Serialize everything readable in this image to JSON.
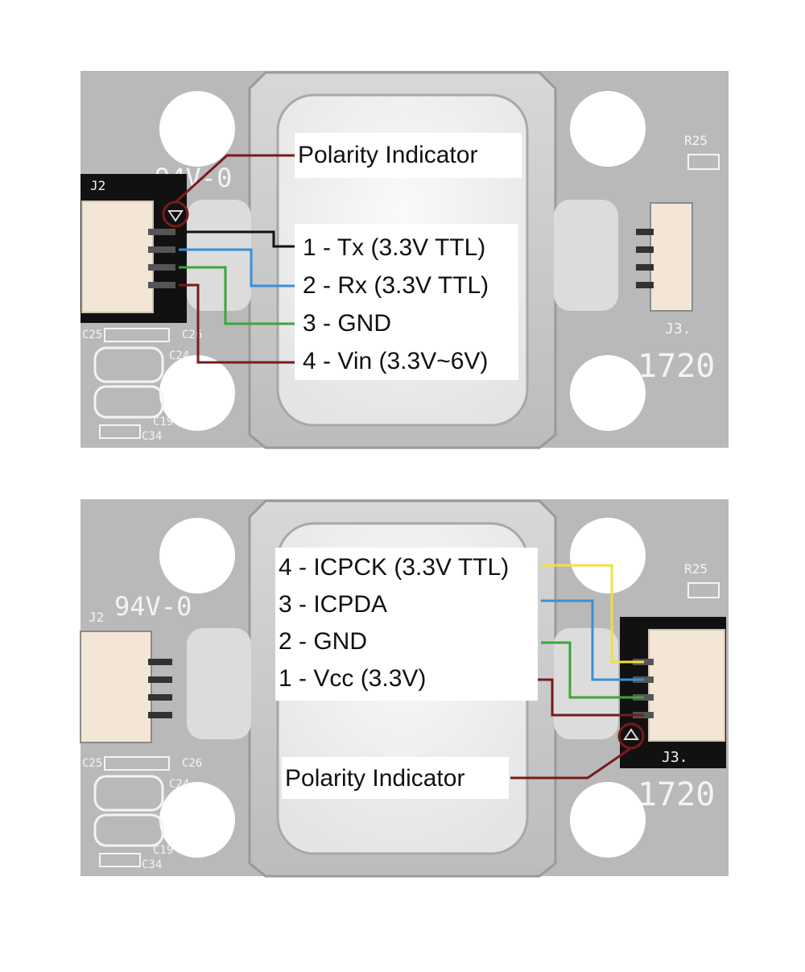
{
  "top_board": {
    "silkscreen": {
      "ul_mark": "94V-0",
      "j2": "J2",
      "j3": "J3.",
      "r25": "R25",
      "c25": "C25",
      "c26": "C26",
      "c24": "C24",
      "c19": "C19",
      "c34": "C34",
      "date_code": "1720"
    },
    "polarity_label": "Polarity Indicator",
    "pins": [
      {
        "label": "1 - Tx (3.3V TTL)",
        "wire_color": "#111111"
      },
      {
        "label": "2 - Rx (3.3V TTL)",
        "wire_color": "#3a8fd6"
      },
      {
        "label": "3 - GND",
        "wire_color": "#3aa63a"
      },
      {
        "label": "4 - Vin (3.3V~6V)",
        "wire_color": "#7a1a1a"
      }
    ]
  },
  "bottom_board": {
    "silkscreen": {
      "ul_mark": "94V-0",
      "j2": "J2",
      "j3": "J3.",
      "r25": "R25",
      "c25": "C25",
      "c26": "C26",
      "c24": "C24",
      "c19": "C19",
      "c34": "C34",
      "date_code": "1720"
    },
    "polarity_label": "Polarity Indicator",
    "pins": [
      {
        "label": "4 - ICPCK (3.3V TTL)",
        "wire_color": "#f0e040"
      },
      {
        "label": "3 - ICPDA",
        "wire_color": "#3a8fd6"
      },
      {
        "label": "2 - GND",
        "wire_color": "#3aa63a"
      },
      {
        "label": "1 - Vcc (3.3V)",
        "wire_color": "#7a1a1a"
      }
    ]
  },
  "colors": {
    "pcb": "#b9b9b9",
    "pcb_dark": "#a7a7a7",
    "highlight_box": "#111111",
    "polarity_ring": "#7a1a1a",
    "connector": "#f3e6d6"
  }
}
